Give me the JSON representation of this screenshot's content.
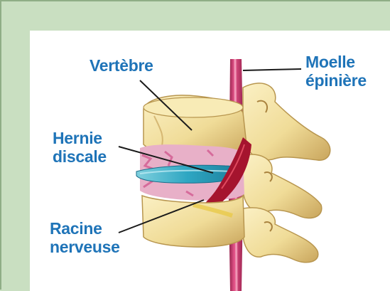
{
  "labels": {
    "vertebre": "Vertèbre",
    "moelle_line1": "Moelle",
    "moelle_line2": "épinière",
    "hernie_line1": "Hernie",
    "hernie_line2": "discale",
    "racine_line1": "Racine",
    "racine_line2": "nerveuse"
  },
  "colors": {
    "frame_background": "#c9dfc1",
    "panel_background": "#ffffff",
    "label_text": "#1f74b8",
    "bone": "#f0dfa0",
    "bone_shadow": "#b8964f",
    "disc_healthy": "#e8b0c8",
    "disc_herniated": "#3ab0c9",
    "spinal_cord": "#c8346a",
    "nerve_root": "#a5142e"
  }
}
